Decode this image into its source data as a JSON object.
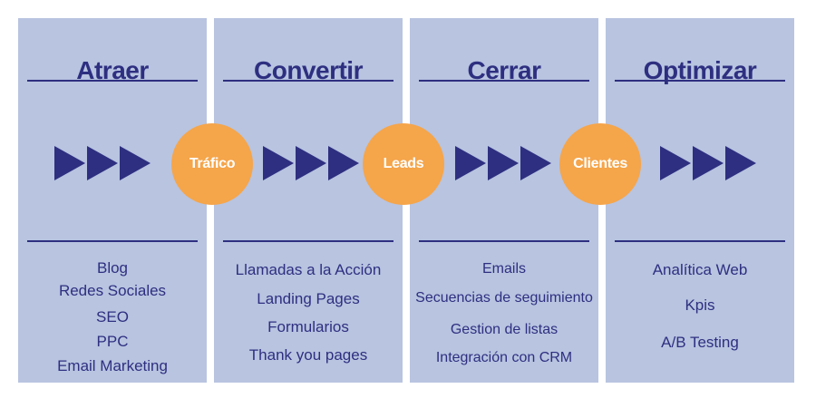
{
  "stages": [
    {
      "title": "Atraer",
      "items": [
        "Blog",
        "Redes Sociales",
        "SEO",
        "PPC",
        "Email Marketing"
      ]
    },
    {
      "title": "Convertir",
      "items": [
        "Llamadas a la Acción",
        "Landing Pages",
        "Formularios",
        "Thank you pages"
      ]
    },
    {
      "title": "Cerrar",
      "items": [
        "Emails",
        "Secuencias de seguimiento",
        "Gestion de listas",
        "Integración con CRM"
      ]
    },
    {
      "title": "Optimizar",
      "items": [
        "Analítica Web",
        "Kpis",
        "A/B Testing"
      ]
    }
  ],
  "connectors": [
    "Tráfico",
    "Leads",
    "Clientes"
  ],
  "colors": {
    "column_bg": "#b8c4e0",
    "accent": "#2e2f80",
    "connector": "#f5a54a",
    "connector_text": "#ffffff"
  }
}
